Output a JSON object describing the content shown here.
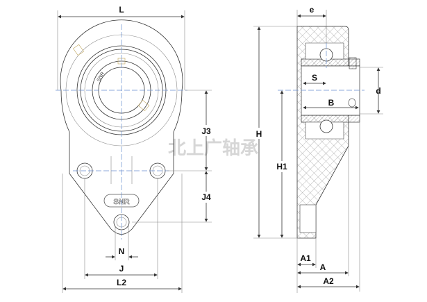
{
  "title": "SNR bearing housing unit dimension drawing",
  "watermark": "北上广轴承",
  "logo": "SNR",
  "insert_marking": "SNR",
  "labels": {
    "L": "L",
    "L2": "L2",
    "J": "J",
    "N": "N",
    "J3": "J3",
    "J4": "J4",
    "H": "H",
    "H1": "H1",
    "e": "e",
    "S": "S",
    "B": "B",
    "d": "d",
    "A1": "A1",
    "A": "A",
    "A2": "A2"
  },
  "colors": {
    "centerline": "#6a8fd0",
    "line": "#333333",
    "hatch": "#999999"
  }
}
